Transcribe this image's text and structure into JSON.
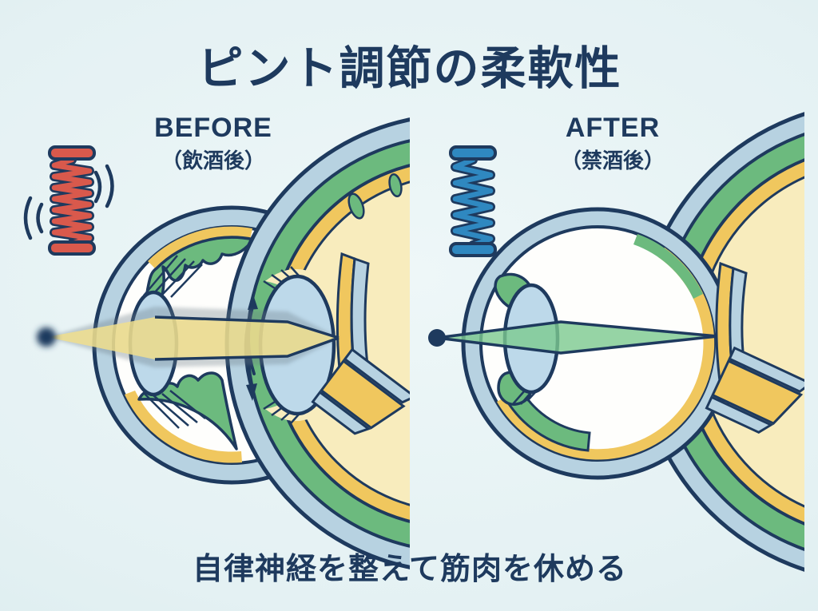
{
  "title": "ピント調節の柔軟性",
  "caption": "自律神経を整えて筋肉を休める",
  "panels": {
    "before": {
      "label": "BEFORE",
      "sublabel": "（飲酒後）",
      "spring_icon": "compressed-vibrating-spring-icon",
      "spring_color": "#d9594c"
    },
    "after": {
      "label": "AFTER",
      "sublabel": "（禁酒後）",
      "spring_icon": "relaxed-spring-icon",
      "spring_color": "#2f88c0"
    }
  },
  "colors": {
    "outline_navy": "#1e3a5e",
    "background": "#e4f1f3",
    "sclera_ring_blue": "#b7d2e1",
    "ciliary_green": "#6cba7e",
    "choroid_yellow": "#f0c75e",
    "vitreous_cream": "#f8ecbd",
    "lens_blue": "#bdd9ea",
    "beam_yellow": "#f1df8d",
    "beam_green": "#7cc98e",
    "beam_blur_gray": "#6b7a85",
    "red_spring": "#d9594c",
    "blue_spring": "#2f88c0"
  }
}
